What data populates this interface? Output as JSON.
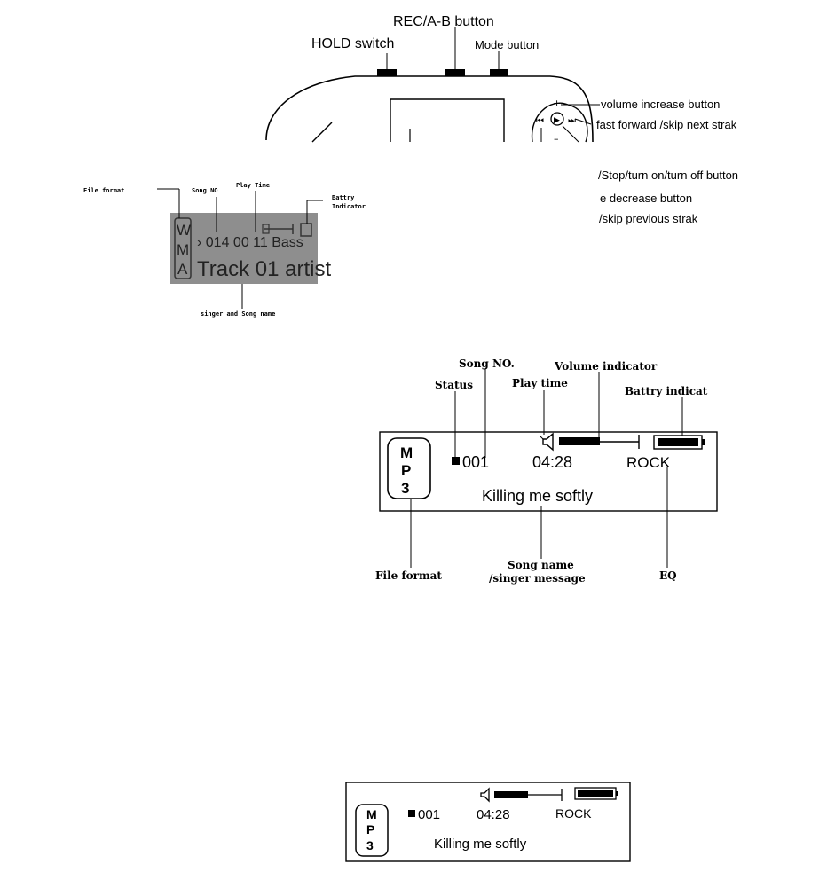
{
  "device": {
    "rec_ab": "REC/A-B button",
    "hold": "HOLD switch",
    "mode": "Mode button",
    "vol_inc": "volume increase button",
    "ff": "fast forward /skip next strak",
    "play": "/Stop/turn on/turn off button",
    "vol_dec": "e decrease button",
    "prev": "/skip previous strak",
    "btn_plus": "+",
    "btn_minus": "–"
  },
  "wma": {
    "file_format": "File format",
    "song_no": "Song NO",
    "play_time": "Play Time",
    "battery": "Battry",
    "indicator": "Indicator",
    "singer": "singer and Song name",
    "fmt_letters": [
      "W",
      "M",
      "A"
    ],
    "screen_line1": "› 014 00 11 Bass",
    "screen_line2": "Track 01 artist"
  },
  "mp3_labeled": {
    "song_no": "Song NO.",
    "volume": "Volume indicator",
    "status": "Status",
    "play_time": "Play time",
    "battery": "Battry indicat",
    "fmt_letters": [
      "M",
      "P",
      "3"
    ],
    "track": "001",
    "time": "04:28",
    "eq_value": "ROCK",
    "song": "Killing me softly",
    "file_format": "File format",
    "song_name_1": "Song name",
    "song_name_2": "/singer message",
    "eq": "EQ"
  },
  "mp3_plain": {
    "fmt_letters": [
      "M",
      "P",
      "3"
    ],
    "track": "001",
    "time": "04:28",
    "eq_value": "ROCK",
    "song": "Killing me softly"
  }
}
